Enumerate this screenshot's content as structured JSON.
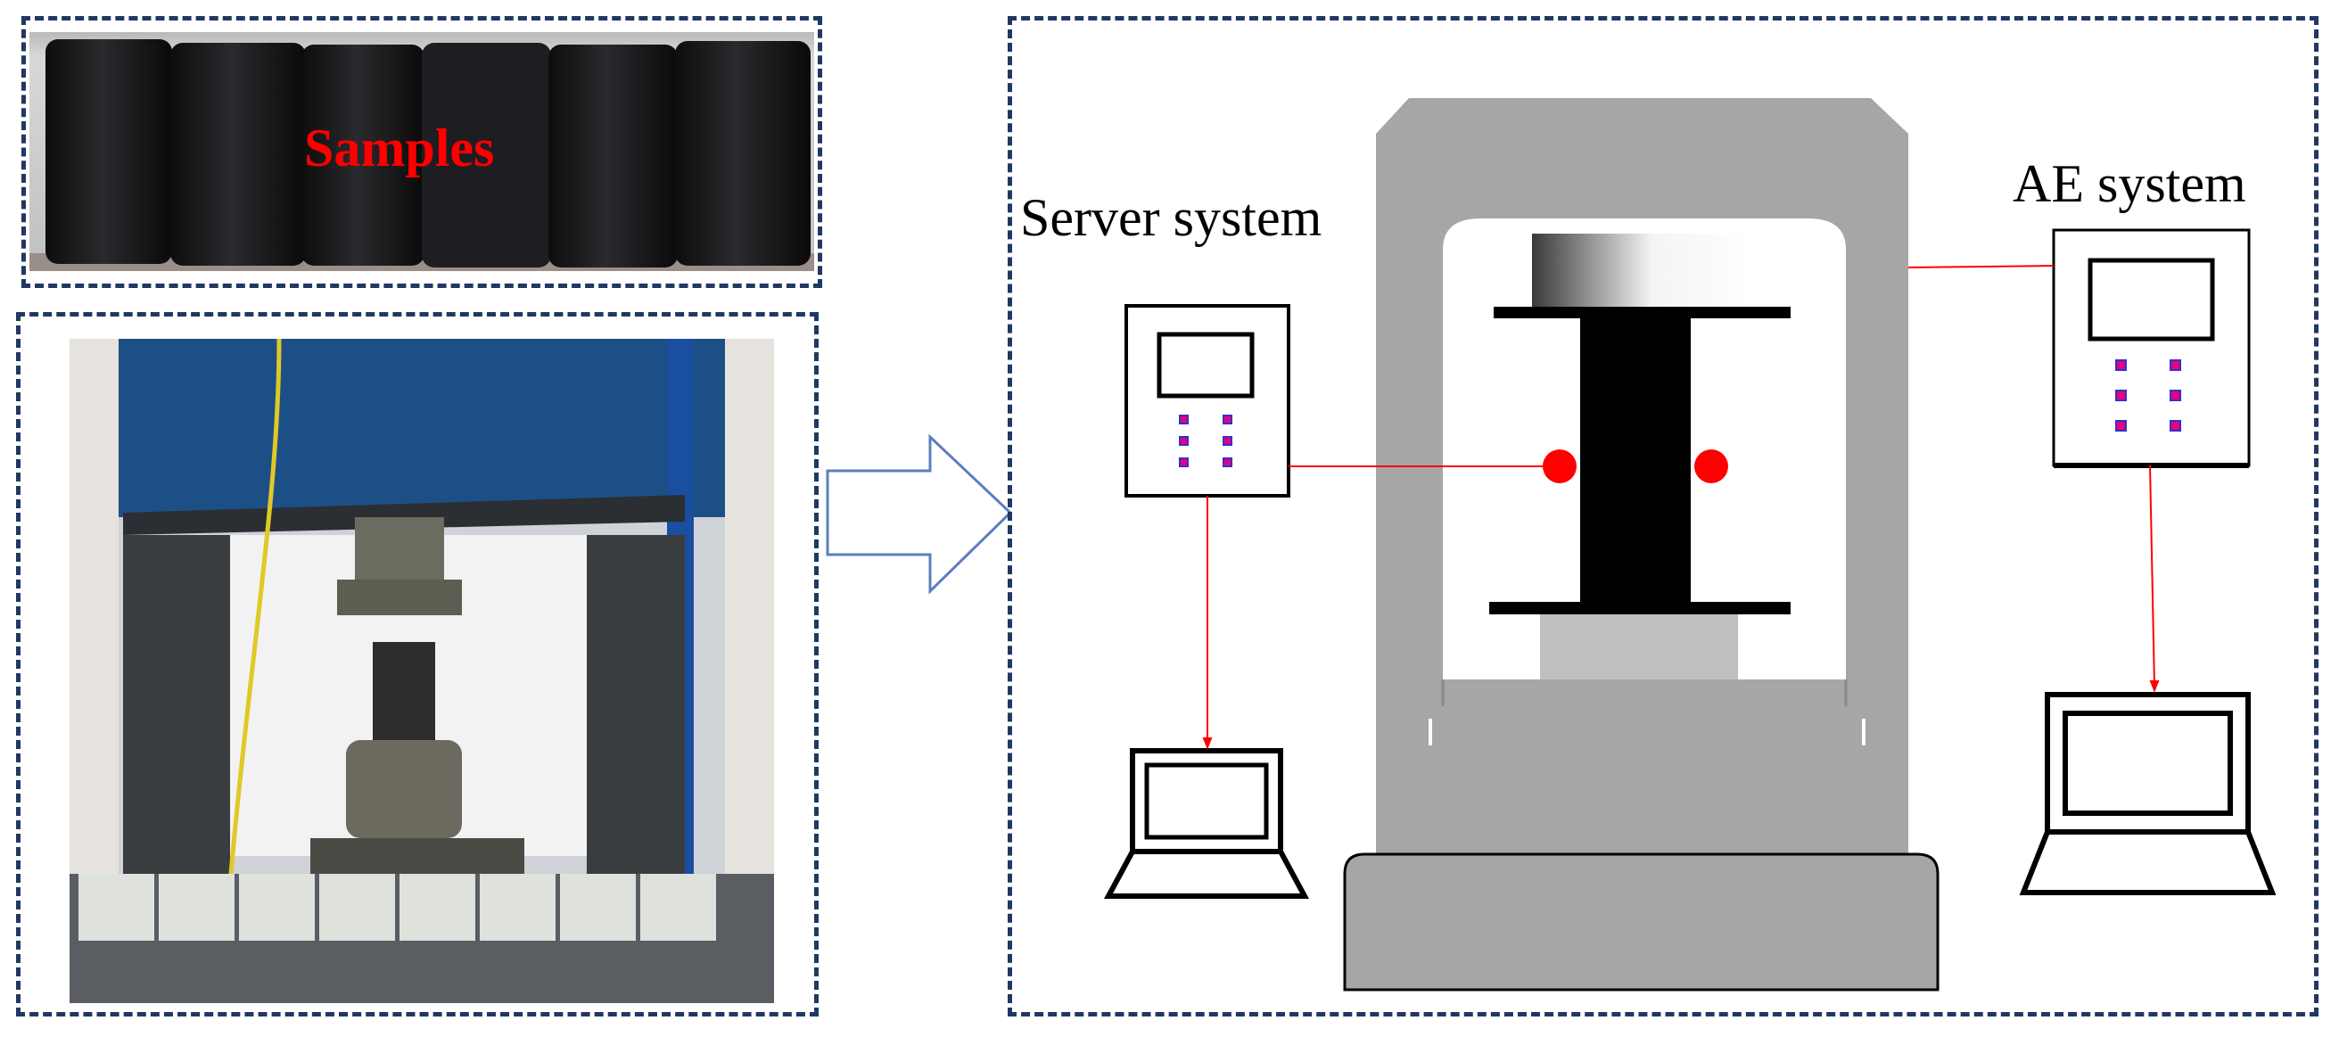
{
  "samples_panel": {
    "label": "Samples",
    "label_color": "#ff0000"
  },
  "schematic": {
    "server_label": "Server system",
    "ae_label": "AE system",
    "wire_color": "#ff0000",
    "machine_color": "#a6a6a6",
    "frame_color": "#1f3864"
  }
}
